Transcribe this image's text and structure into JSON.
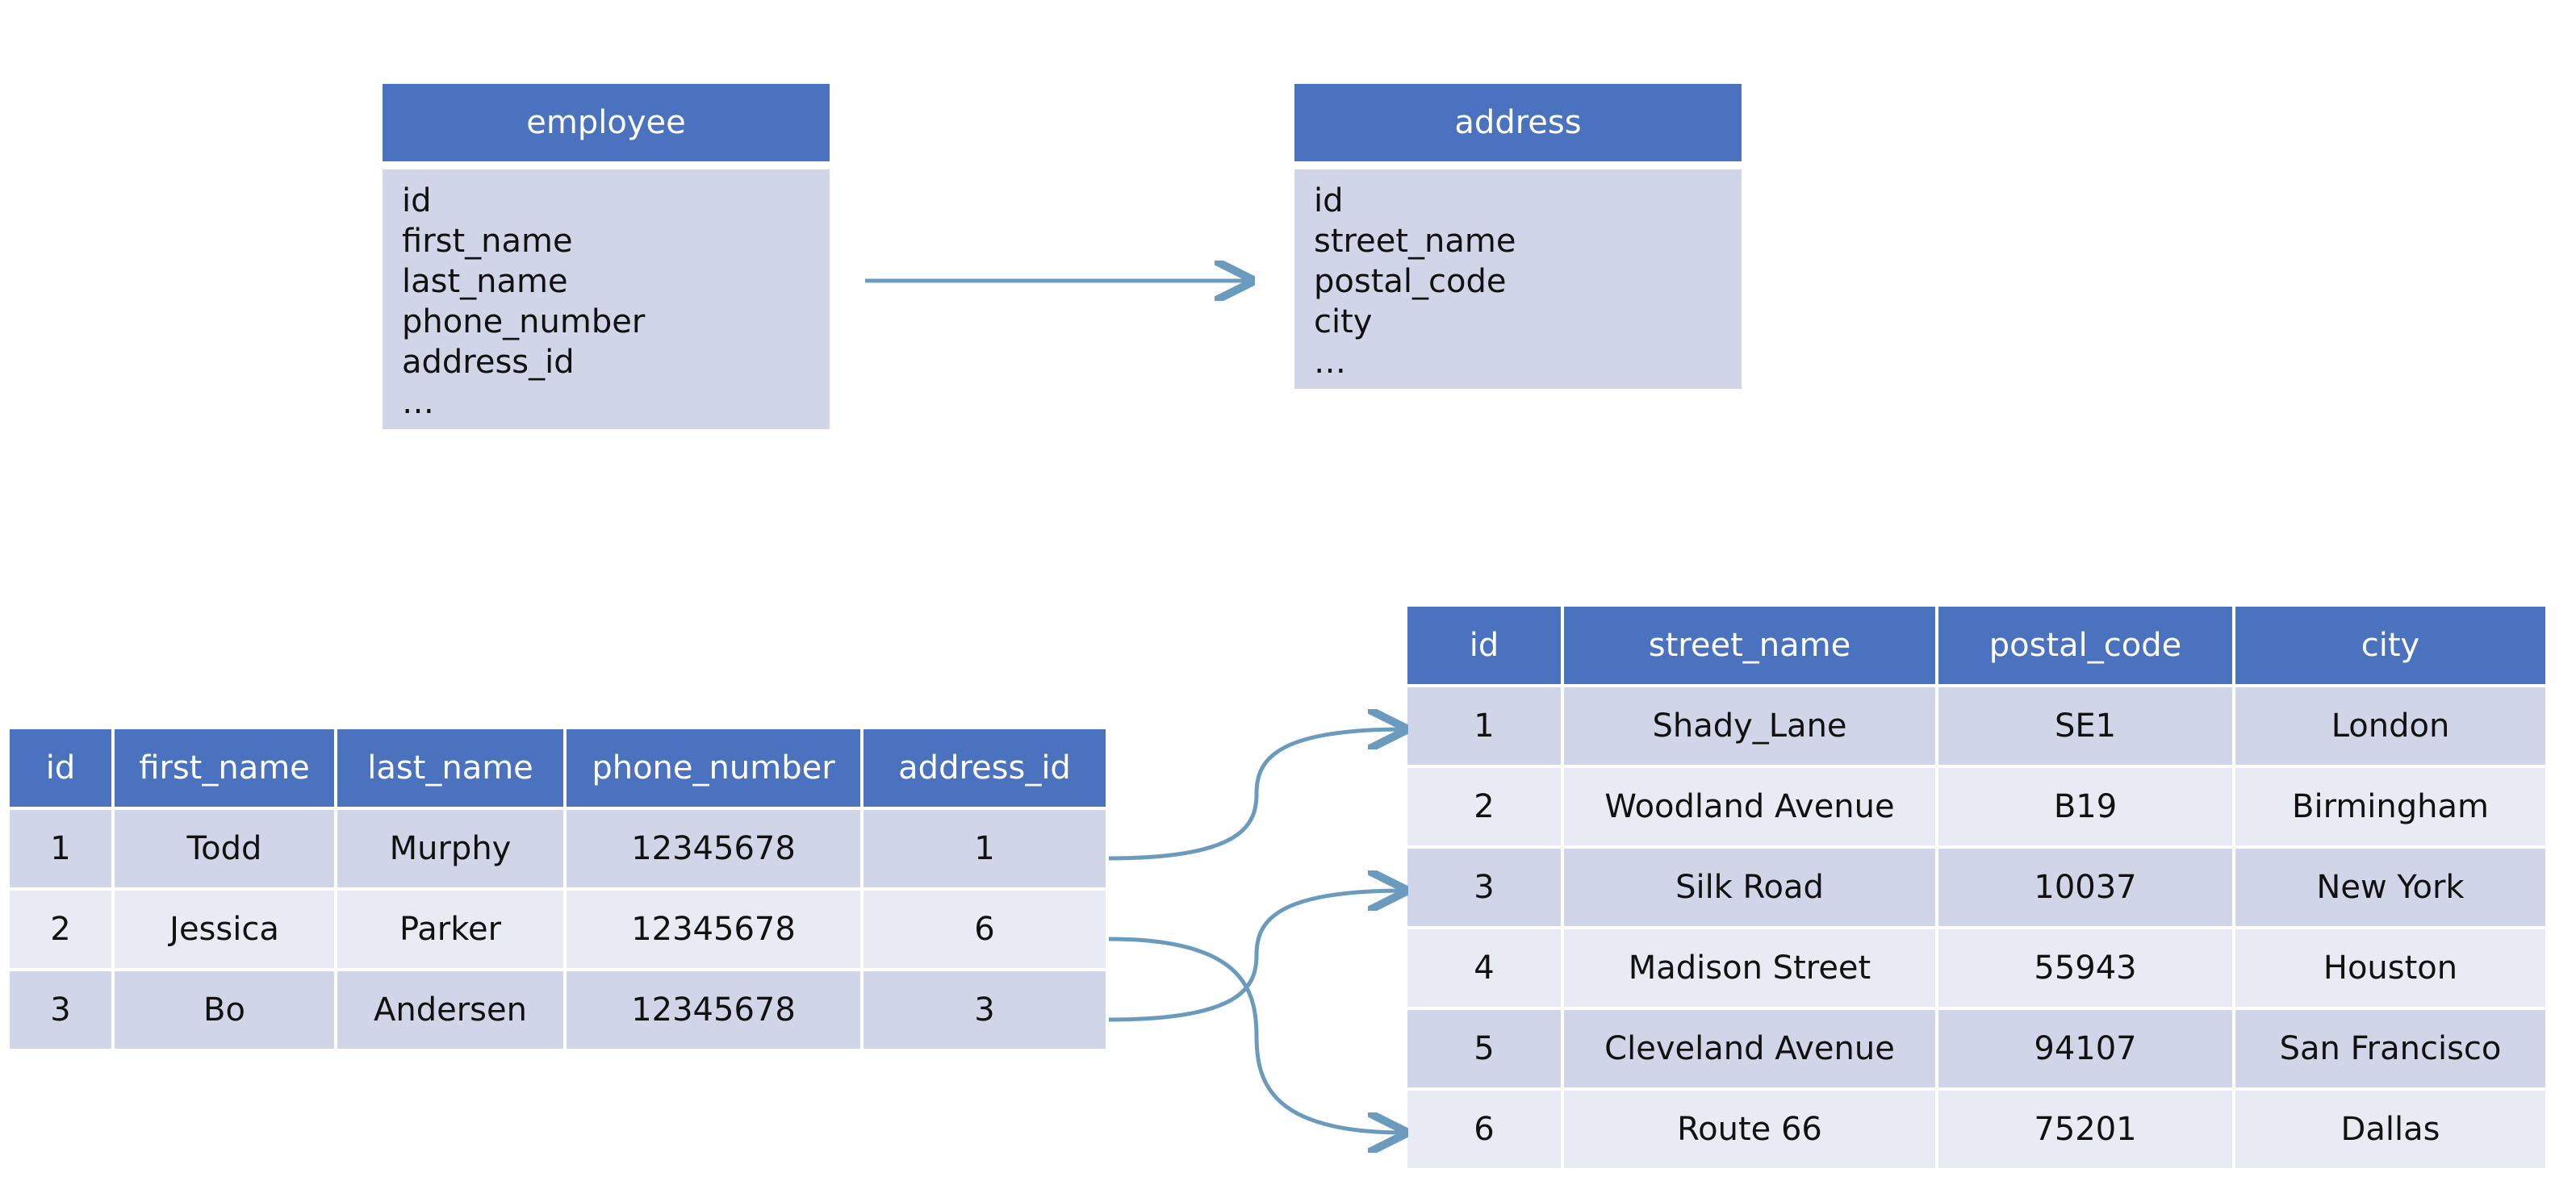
{
  "schema": {
    "employee": {
      "name": "employee",
      "fields": [
        "id",
        "first_name",
        "last_name",
        "phone_number",
        "address_id",
        "…"
      ]
    },
    "address": {
      "name": "address",
      "fields": [
        "id",
        "street_name",
        "postal_code",
        "city",
        "…"
      ]
    }
  },
  "employee_table": {
    "columns": [
      "id",
      "first_name",
      "last_name",
      "phone_number",
      "address_id"
    ],
    "rows": [
      [
        "1",
        "Todd",
        "Murphy",
        "12345678",
        "1"
      ],
      [
        "2",
        "Jessica",
        "Parker",
        "12345678",
        "6"
      ],
      [
        "3",
        "Bo",
        "Andersen",
        "12345678",
        "3"
      ]
    ]
  },
  "address_table": {
    "columns": [
      "id",
      "street_name",
      "postal_code",
      "city"
    ],
    "rows": [
      [
        "1",
        "Shady_Lane",
        "SE1",
        "London"
      ],
      [
        "2",
        "Woodland Avenue",
        "B19",
        "Birmingham"
      ],
      [
        "3",
        "Silk Road",
        "10037",
        "New York"
      ],
      [
        "4",
        "Madison Street",
        "55943",
        "Houston"
      ],
      [
        "5",
        "Cleveland Avenue",
        "94107",
        "San Francisco"
      ],
      [
        "6",
        "Route 66",
        "75201",
        "Dallas"
      ]
    ]
  },
  "links": [
    {
      "employee_id": "1",
      "address_id": "1"
    },
    {
      "employee_id": "2",
      "address_id": "6"
    },
    {
      "employee_id": "3",
      "address_id": "3"
    }
  ],
  "colors": {
    "header": "#4a72bf",
    "row_dark": "#d0d6e8",
    "row_light": "#e8ebf4",
    "connector": "#6a9bbf"
  }
}
